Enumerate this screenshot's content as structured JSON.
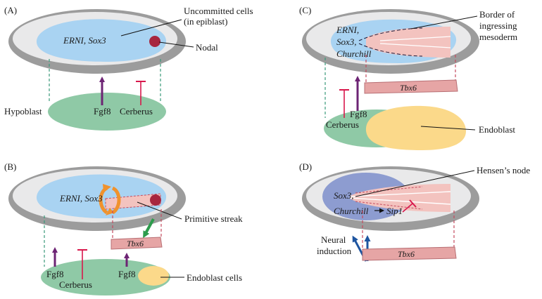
{
  "panels": {
    "a": {
      "label": "(A)"
    },
    "b": {
      "label": "(B)"
    },
    "c": {
      "label": "(C)"
    },
    "d": {
      "label": "(D)"
    }
  },
  "a": {
    "blob_line1": "ERNI, Sox3",
    "uncommitted_line1": "Uncommitted cells",
    "uncommitted_line2": "(in epiblast)",
    "nodal": "Nodal",
    "hypoblast": "Hypoblast",
    "fgf8": "Fgf8",
    "cerberus": "Cerberus"
  },
  "b": {
    "blob_line1": "ERNI, Sox3",
    "primitive_streak": "Primitive streak",
    "tbx6": "Tbx6",
    "fgf8_left": "Fgf8",
    "cerberus": "Cerberus",
    "fgf8_right": "Fgf8",
    "endoblast_cells": "Endoblast cells"
  },
  "c": {
    "blob_line1": "ERNI,",
    "blob_line2": "Sox3,",
    "blob_line3": "Churchill",
    "border_line1": "Border of",
    "border_line2": "ingressing",
    "border_line3": "mesoderm",
    "tbx6": "Tbx6",
    "fgf8": "Fgf8",
    "cerberus": "Cerberus",
    "endoblast": "Endoblast"
  },
  "d": {
    "blob_line1": "Sox3,",
    "blob_line2": "Churchill",
    "sip1": "Sip1",
    "hensens_node": "Hensen’s node",
    "neural_line1": "Neural",
    "neural_line2": "induction",
    "tbx6": "Tbx6"
  },
  "colors": {
    "epiblast_outer": "#9c9c9c",
    "epiblast_inner": "#e9e9ea",
    "blue_region": "#a9d3f2",
    "dark_blue_region": "#8d9cd0",
    "nodal": "#a7263f",
    "hypoblast": "#8fc9a6",
    "endoblast": "#fbd98a",
    "pink_streak": "#f3c3bf",
    "tbx6_bar": "#e6a5a5",
    "purple_arrow": "#6d2474",
    "red_inhibit": "#d8184c",
    "green_arrow": "#2e9c4d",
    "blue_arrow": "#1e55a0",
    "orange_arrow": "#f0922d"
  }
}
